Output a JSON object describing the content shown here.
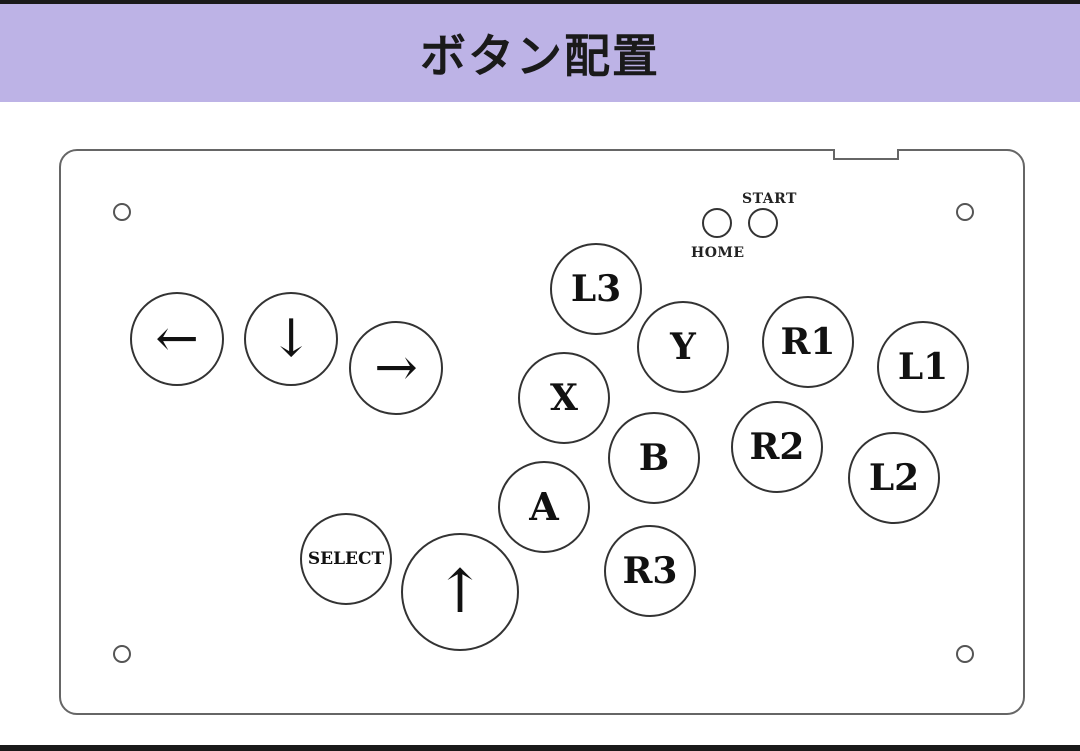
{
  "header": {
    "title": "ボタン配置"
  },
  "buttons": {
    "left": "←",
    "down": "↓",
    "right": "→",
    "up": "↑",
    "select": "SELECT",
    "l3": "L3",
    "y": "Y",
    "r1": "R1",
    "l1": "L1",
    "x": "X",
    "b": "B",
    "r2": "R2",
    "l2": "L2",
    "a": "A",
    "r3": "R3"
  },
  "system": {
    "start": "START",
    "home": "HOME"
  },
  "colors": {
    "header_bg": "#bdb3e6",
    "outline": "#333333"
  }
}
